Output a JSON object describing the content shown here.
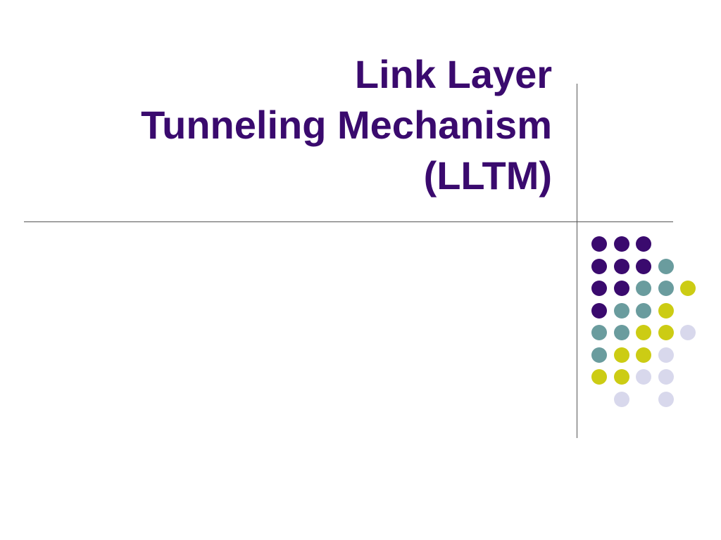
{
  "slide": {
    "title_lines": [
      "Link Layer",
      "Tunneling Mechanism",
      "(LLTM)"
    ]
  },
  "colors": {
    "title": "#3a0a6e",
    "purple": "#3a0a6e",
    "teal": "#6a9c9e",
    "yellow": "#cccc14",
    "lavender": "#d8d8ec",
    "rule": "#555555"
  },
  "decoration": {
    "dot_grid": [
      [
        "purple",
        "purple",
        "purple",
        null,
        null
      ],
      [
        "purple",
        "purple",
        "purple",
        "teal",
        null
      ],
      [
        "purple",
        "purple",
        "teal",
        "teal",
        "yellow"
      ],
      [
        "purple",
        "teal",
        "teal",
        "yellow",
        null
      ],
      [
        "teal",
        "teal",
        "yellow",
        "yellow",
        "lavender"
      ],
      [
        "teal",
        "yellow",
        "yellow",
        "lavender",
        null
      ],
      [
        "yellow",
        "yellow",
        "lavender",
        "lavender",
        null
      ],
      [
        null,
        "lavender",
        null,
        "lavender",
        null
      ]
    ]
  }
}
